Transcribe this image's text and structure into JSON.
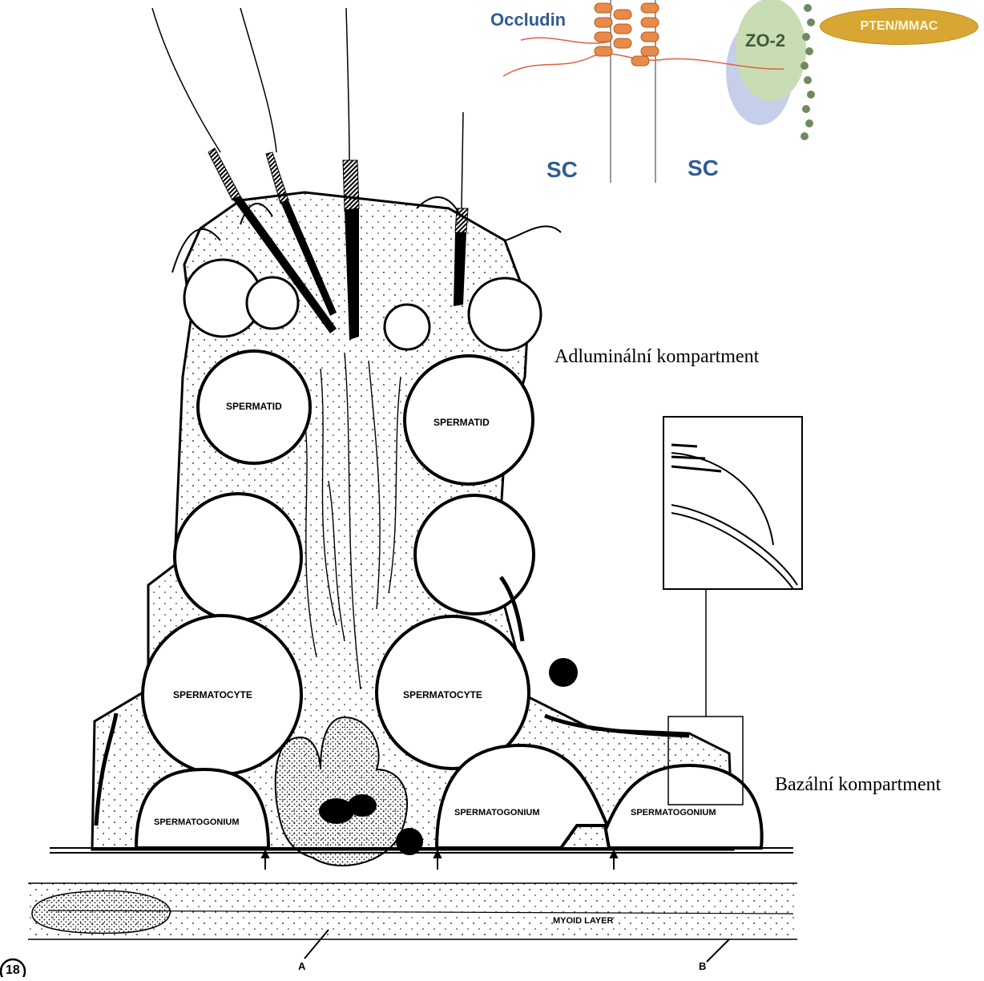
{
  "tight_junction_inset": {
    "occludin_label": "Occludin",
    "zo2_label": "ZO-2",
    "pten_label": "PTEN/MMAC",
    "sc_left_label": "SC",
    "sc_right_label": "SC",
    "colors": {
      "label_blue": "#2f5c96",
      "occludin_orange": "#e88a4a",
      "zo2_green": "#c9ddb4",
      "shadow_blue": "#b7c3e3",
      "pten_gold": "#d8a733"
    }
  },
  "compartments": {
    "adluminal": "Adluminální kompartment",
    "basal": "Bazální kompartment"
  },
  "cells": {
    "spermatid_left": "SPERMATID",
    "spermatid_right": "SPERMATID",
    "spermatocyte_left": "SPERMATOCYTE",
    "spermatocyte_right": "SPERMATOCYTE",
    "spermatogonium_1": "SPERMATOGONIUM",
    "spermatogonium_2": "SPERMATOGONIUM",
    "spermatogonium_3": "SPERMATOGONIUM"
  },
  "base": {
    "myoid_layer": "MYOID LAYER",
    "marker_a": "A",
    "marker_b": "B",
    "figure_number": "18"
  }
}
